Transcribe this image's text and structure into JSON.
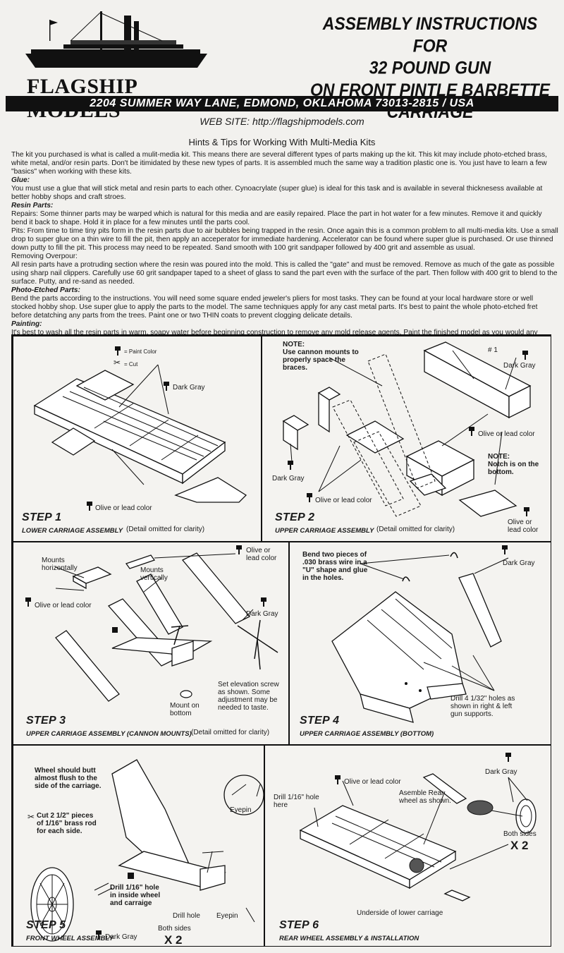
{
  "header": {
    "brand": "FLAGSHIP MODELS",
    "title_lines": [
      "ASSEMBLY INSTRUCTIONS FOR",
      "32 POUND GUN",
      "ON FRONT PINTLE BARBETTE CARRIAGE"
    ],
    "address": "2204 SUMMER WAY LANE, EDMOND, OKLAHOMA 73013-2815 / USA",
    "website": "WEB SITE: http://flagshipmodels.com"
  },
  "hints": {
    "title": "Hints & Tips for Working With Multi-Media Kits",
    "intro": "The kit you purchased is what is called a mulit-media kit.  This means there are several different types of parts making up the kit.  This kit may include photo-etched brass, white metal, and/or resin parts.  Don't be itimidated by these new types of parts.  It is assembled much the same way a tradition plastic one is.  You just have to learn a few \"basics\" when working with these kits.",
    "glue_h": "Glue:",
    "glue": "You must use a glue that will stick metal and resin parts to each other.  Cynoacrylate (super glue) is ideal for this task and is available in several thicknesess available at better hobby shops and craft stroes.",
    "resin_h": "Resin Parts:",
    "repairs": "Repairs:  Some thinner parts may be warped which is natural for this media and are easily repaired.  Place the part in hot water for a few minutes.  Remove it and quickly bend it back to shape.  Hold it in place for a few minutes until the parts cool.",
    "pits": "Pits:  From time to time tiny pits form in the resin parts due to air bubbles being trapped in the resin.  Once again this is a common problem to all multi-media kits.  Use a small drop to super glue on a thin wire to fill the pit, then apply an acceperator for immediate hardening.  Accelerator can be found where super glue is purchased.  Or use thinned down putty to fill the pit.  This process may need to be repeated.  Sand smooth with 100 grit sandpaper followed by 400 grit and assemble as usual.",
    "overpour_h": "Removing Overpour:",
    "overpour": "All resin parts have a protruding section where the resin was poured into the mold.  This is called the \"gate\" and must be removed.  Remove as much of the gate as possible using sharp nail clippers.  Carefully use 60 grit sandpaper taped to a sheet of glass to sand the part even with the surface of the part.  Then follow with 400 grit to blend to the surface.  Putty, and re-sand as needed.",
    "etched_h": "Photo-Etched Parts:",
    "etched": "Bend the parts according to the instructions.  You will need some square ended jeweler's pliers for most tasks.  They can be found at your local hardware store or well stocked hobby shop.  Use super glue to apply the parts to the model.  The same techniques apply for any cast metal parts.   It's best to paint the whole photo-etched fret before detatching any parts from the trees.  Paint one or two THIN coats to prevent clogging delicate details.",
    "painting_h": "Painting:",
    "painting": "It's best to wash all the resin parts in warm, soapy water before beginning construction to remove any mold release agents.  Paint the finished model as you would any plastic one."
  },
  "steps": {
    "s1": {
      "label": "STEP 1",
      "sub": "LOWER CARRIAGE ASSEMBLY",
      "detail": "(Detail omitted for clarity)",
      "legend_paint": "= Paint Color",
      "legend_cut": "= Cut",
      "c_gray": "Dark Gray",
      "c_olive": "Olive or lead color"
    },
    "s2": {
      "label": "STEP 2",
      "sub": "UPPER CARRIAGE ASSEMBLY",
      "detail": "(Detail omitted for clarity)",
      "note1": [
        "NOTE:",
        "Use cannon mounts to",
        "properly space the",
        "braces."
      ],
      "part": "# 1",
      "c_gray_a": "Dark Gray",
      "c_olive_a": "Olive or lead color",
      "note2": [
        "NOTE:",
        "Notch is on the",
        "bottom."
      ],
      "c_gray_b": "Dark Gray",
      "c_olive_b": "Olive or lead color",
      "c_olive_c": [
        "Olive or",
        "lead color"
      ]
    },
    "s3": {
      "label": "STEP 3",
      "sub": "UPPER CARRIAGE ASSEMBLY (CANNON MOUNTS)",
      "detail": "(Detail omitted for clarity)",
      "mounts_h": [
        "Mounts",
        "horizontally"
      ],
      "mounts_v": [
        "Mounts",
        "vertically"
      ],
      "c_olive_a": [
        "Olive or",
        "lead color"
      ],
      "c_olive_b": "Olive or lead color",
      "c_gray": "Dark Gray",
      "mount_bottom": [
        "Mount on",
        "bottom"
      ],
      "elevation": [
        "Set elevation screw",
        "as shown.  Some",
        "adjustment may be",
        "needed to taste."
      ]
    },
    "s4": {
      "label": "STEP 4",
      "sub": "UPPER CARRIAGE ASSEMBLY (BOTTOM)",
      "bend": [
        "Bend two pieces of",
        ".030 brass wire in a",
        "\"U\" shape and glue",
        "in the holes."
      ],
      "c_gray": "Dark Gray",
      "drill": [
        "Drill 4 1/32\" holes as",
        "shown in right & left",
        "gun supports."
      ]
    },
    "s5": {
      "label": "STEP 5",
      "sub": "FRONT WHEEL ASSEMBLY",
      "wheel_note": [
        "Wheel should butt",
        "almost flush to the",
        "side of the carriage."
      ],
      "cut": [
        "Cut 2 1/2\" pieces",
        "of 1/16\" brass rod",
        "for each side."
      ],
      "eyepin_a": "Eyepin",
      "drill_inside": [
        "Drill 1/16\" hole",
        "in inside wheel",
        "and carraige"
      ],
      "drill_hole": "Drill hole",
      "eyepin_b": "Eyepin",
      "both_sides": "Both sides",
      "times": "X 2",
      "c_gray": "Dark Gray"
    },
    "s6": {
      "label": "STEP 6",
      "sub": "REAR WHEEL ASSEMBLY & INSTALLATION",
      "c_olive": "Olive or lead color",
      "drill": [
        "Drill 1/16\" hole",
        "here"
      ],
      "assemble": [
        "Asemble Rear",
        "wheel as shown."
      ],
      "c_gray": "Dark Gray",
      "both_sides": "Both sides",
      "times": "X 2",
      "underside": "Underside of lower carriage"
    }
  }
}
